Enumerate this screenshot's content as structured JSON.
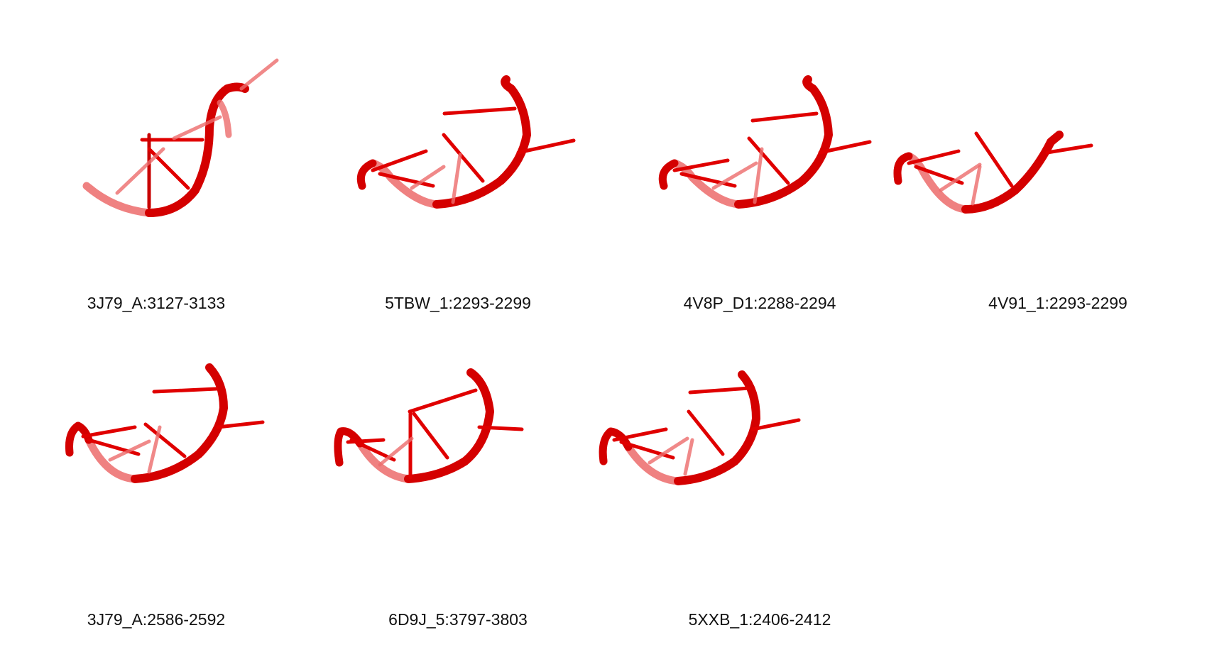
{
  "structure_color": "#e00000",
  "structure_color_dark": "#b80000",
  "structure_color_light": "#ec6b6b",
  "panels": [
    {
      "label": "3J79_A:3127-3133"
    },
    {
      "label": "5TBW_1:2293-2299"
    },
    {
      "label": "4V8P_D1:2288-2294"
    },
    {
      "label": "4V91_1:2293-2299"
    },
    {
      "label": "3J79_A:2586-2592"
    },
    {
      "label": "6D9J_5:3797-3803"
    },
    {
      "label": "5XXB_1:2406-2412"
    }
  ]
}
